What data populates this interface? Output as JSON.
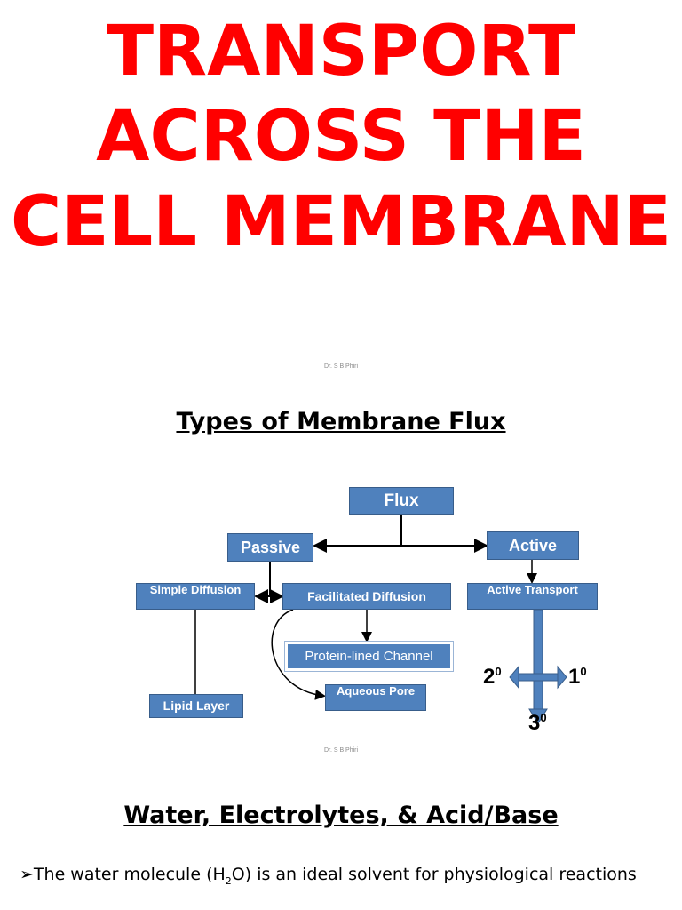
{
  "title": "TRANSPORT ACROSS THE CELL MEMBRANE",
  "credit_top": "Dr. S B Phiri",
  "credit_bottom": "Dr. S B Phiri",
  "section1_heading": "Types of Membrane Flux",
  "diagram": {
    "flux": "Flux",
    "passive": "Passive",
    "active": "Active",
    "simple_diffusion": "Simple Diffusion",
    "facilitated_diffusion": "Facilitated Diffusion",
    "active_transport": "Active Transport",
    "protein_channel": "Protein-lined Channel",
    "aqueous_pore": "Aqueous Pore",
    "lipid_layer": "Lipid Layer",
    "secondary": "2",
    "primary": "1",
    "tertiary": "3",
    "degree_mark": "0"
  },
  "section2_heading": "Water, Electrolytes, & Acid/Base",
  "bullet": {
    "marker": "➢",
    "text_before": "The water molecule (H",
    "subscript": "2",
    "text_after": "O) is an ideal solvent for physiological reactions"
  },
  "colors": {
    "title": "#ff0000",
    "box_fill": "#4f81bd",
    "box_border": "#385d8a"
  }
}
